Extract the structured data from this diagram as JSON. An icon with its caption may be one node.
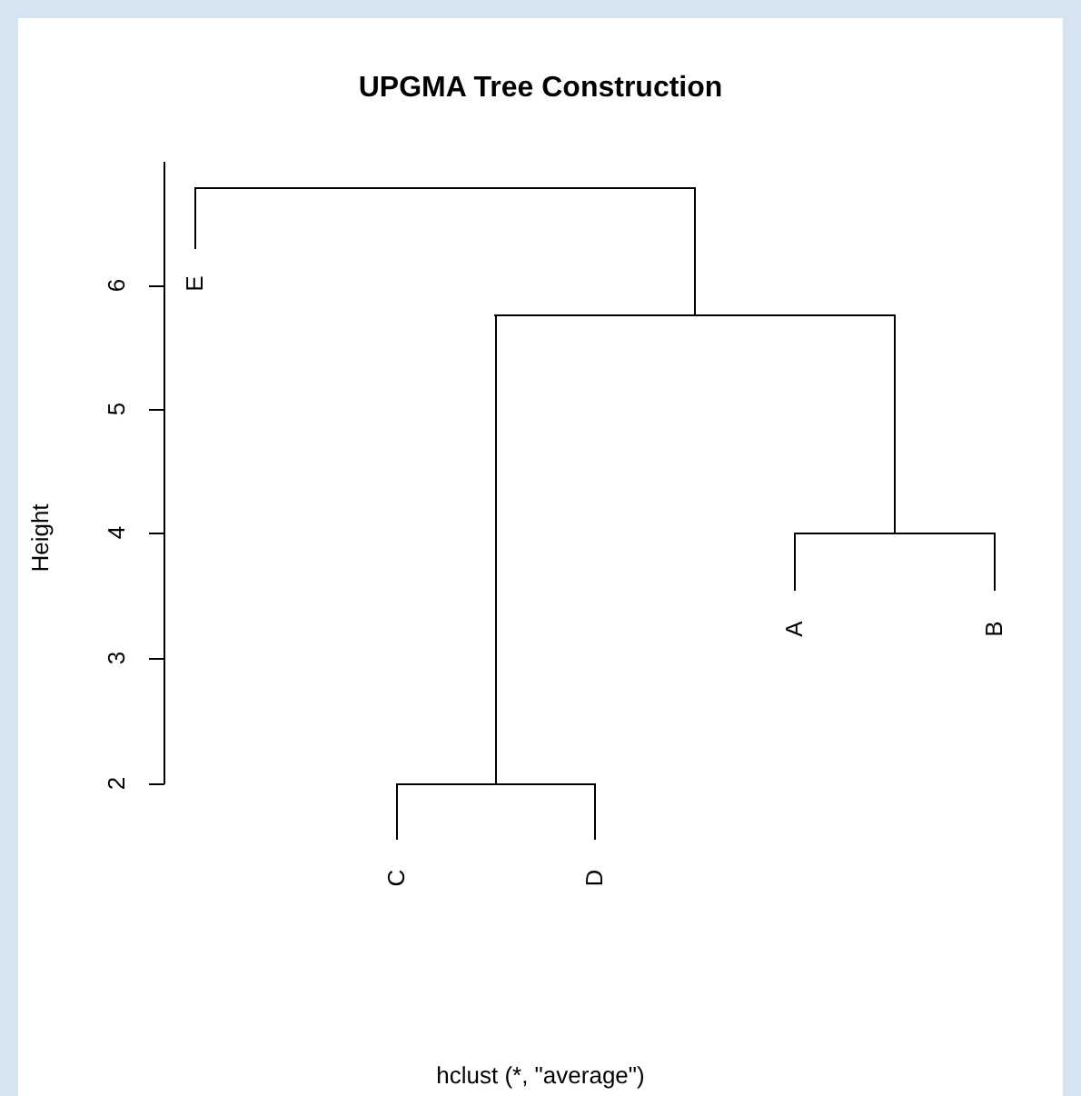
{
  "diagram": {
    "title": "UPGMA Tree Construction",
    "caption": "hclust (*, \"average\")",
    "nodes": [
      {
        "text": [
          "E"
        ]
      },
      {
        "text": [
          "C"
        ]
      },
      {
        "text": [
          "D"
        ]
      },
      {
        "text": [
          "A"
        ]
      },
      {
        "text": [
          "B"
        ]
      },
      {
        "text": [],
        "shape": "bar"
      },
      {
        "text": [],
        "shape": "bar"
      },
      {
        "text": [],
        "shape": "bar"
      },
      {
        "text": [],
        "shape": "bar"
      }
    ],
    "edges": [
      {
        "from": 5,
        "to": 0,
        "arrow": "none"
      },
      {
        "from": 5,
        "to": 6,
        "arrow": "none"
      },
      {
        "from": 6,
        "to": 7,
        "arrow": "none"
      },
      {
        "from": 6,
        "to": 8,
        "arrow": "none"
      },
      {
        "from": 7,
        "to": 1,
        "arrow": "none"
      },
      {
        "from": 7,
        "to": 2,
        "arrow": "none"
      },
      {
        "from": 8,
        "to": 3,
        "arrow": "none"
      },
      {
        "from": 8,
        "to": 4,
        "arrow": "none"
      }
    ],
    "labels": [
      "Height",
      "2",
      "3",
      "4",
      "5",
      "6"
    ]
  }
}
